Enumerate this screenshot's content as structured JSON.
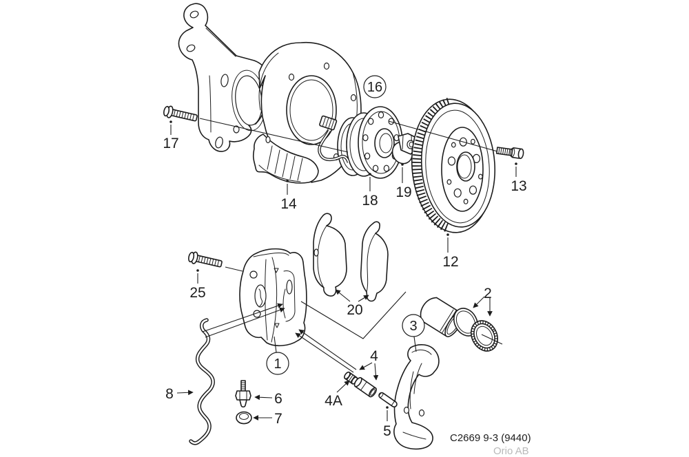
{
  "page": {
    "background": "#ffffff"
  },
  "drawing": {
    "line_color": "#1c1c1c",
    "caption": {
      "code": "C2669 9-3 (9440)",
      "brand": "Orio AB",
      "brand_color": "#b9b9b9"
    },
    "callouts": {
      "1": "1",
      "2": "2",
      "3": "3",
      "4": "4",
      "4a": "4A",
      "5": "5",
      "6": "6",
      "7": "7",
      "8": "8",
      "12": "12",
      "13": "13",
      "14": "14",
      "16": "16",
      "17": "17",
      "18": "18",
      "19": "19",
      "20": "20",
      "25": "25"
    }
  }
}
